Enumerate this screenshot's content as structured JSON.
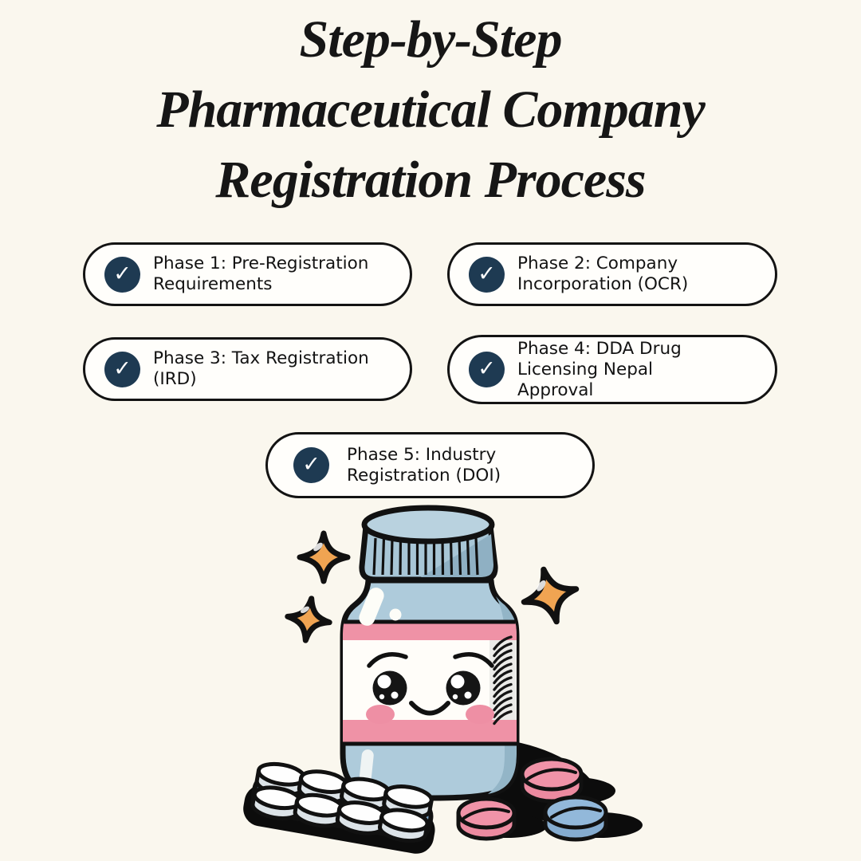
{
  "title": {
    "lines": [
      "Step-by-Step",
      "Pharmaceutical Company",
      "Registration Process"
    ]
  },
  "phases": [
    {
      "id": 1,
      "label": "Phase 1: Pre-Registration\nRequirements"
    },
    {
      "id": 2,
      "label": "Phase 2: Company\nIncorporation (OCR)"
    },
    {
      "id": 3,
      "label": "Phase 3: Tax Registration\n(IRD)"
    },
    {
      "id": 4,
      "label": "Phase 4: DDA Drug\nLicensing Nepal\nApproval"
    },
    {
      "id": 5,
      "label": "Phase 5: Industry\nRegistration (DOI)"
    }
  ],
  "icons": {
    "check": "✓"
  },
  "palette": {
    "background": "#faf7ee",
    "title_text": "#161616",
    "pill_border": "#131313",
    "check_circle": "#1e3a52",
    "check_mark": "#ffffff",
    "bottle_blue": "#aecbdb",
    "bottle_shade": "#93b5c7",
    "cap_blue": "#a8c6d6",
    "cap_top": "#b9d2df",
    "cap_shade": "#8fb0c3",
    "label_white": "#fffdf9",
    "stripe_pink": "#ef92a6",
    "blush_pink": "#ee8fa4",
    "sparkle_orange": "#f0a452",
    "blister_blue": "#7ba6cb",
    "tablet_pink": "#f093a8",
    "tablet_blue": "#92b8da",
    "outline": "#111111",
    "shadow": "#0c0c0c"
  },
  "illustration": {
    "name": "kawaii pill bottle with blister pack and tablets"
  }
}
